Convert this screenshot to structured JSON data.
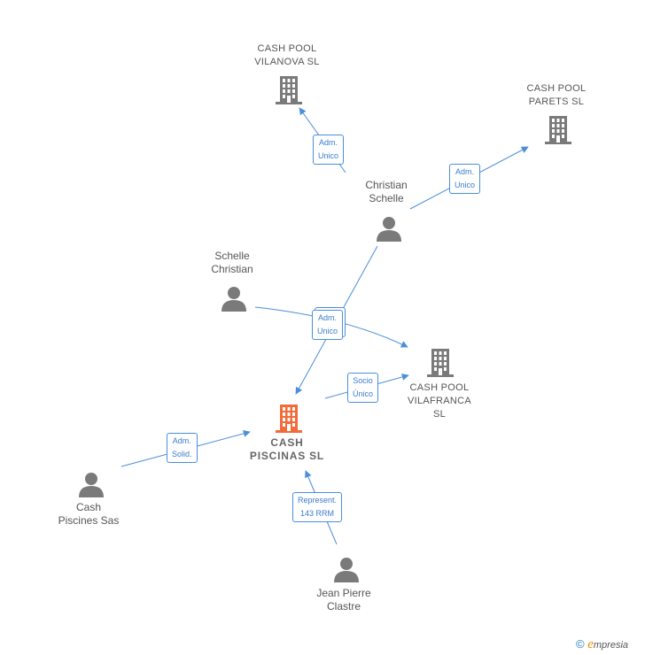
{
  "nodes": {
    "vilanova": {
      "type": "company",
      "lines": [
        "CASH POOL",
        "VILANOVA  SL"
      ]
    },
    "parets": {
      "type": "company",
      "lines": [
        "CASH POOL",
        "PARETS  SL"
      ]
    },
    "vilafranca": {
      "type": "company",
      "lines": [
        "CASH POOL",
        "VILAFRANCA",
        "SL"
      ]
    },
    "piscinas": {
      "type": "company-main",
      "lines": [
        "CASH",
        "PISCINAS  SL"
      ]
    },
    "christian_schelle": {
      "type": "person",
      "lines": [
        "Christian",
        "Schelle"
      ]
    },
    "schelle_christian": {
      "type": "person",
      "lines": [
        "Schelle",
        "Christian"
      ]
    },
    "cash_piscines_sas": {
      "type": "person",
      "lines": [
        "Cash",
        "Piscines Sas"
      ]
    },
    "jean_pierre": {
      "type": "person",
      "lines": [
        "Jean Pierre",
        "Clastre"
      ]
    }
  },
  "edges": [
    {
      "id": "cs_vilanova",
      "label": [
        "Adm.",
        "Unico"
      ]
    },
    {
      "id": "cs_parets",
      "label": [
        "Adm.",
        "Unico"
      ]
    },
    {
      "id": "cs_piscinas",
      "label": [
        "Adm.",
        "Unico"
      ]
    },
    {
      "id": "sc_vilafranca",
      "label": [
        "Adm.",
        "Unico"
      ]
    },
    {
      "id": "piscinas_vilafranca",
      "label": [
        "Socio",
        "Único"
      ]
    },
    {
      "id": "sas_piscinas",
      "label": [
        "Adm.",
        "Solid."
      ]
    },
    {
      "id": "jp_piscinas",
      "label": [
        "Represent.",
        "143 RRM"
      ]
    }
  ],
  "colors": {
    "edge": "#4a8fd8",
    "company_icon": "#7a7a7a",
    "main_company_icon": "#f26b3a",
    "person_icon": "#7a7a7a"
  },
  "footer": {
    "copyright": "©",
    "brand_e": "e",
    "brand_rest": "mpresia"
  }
}
